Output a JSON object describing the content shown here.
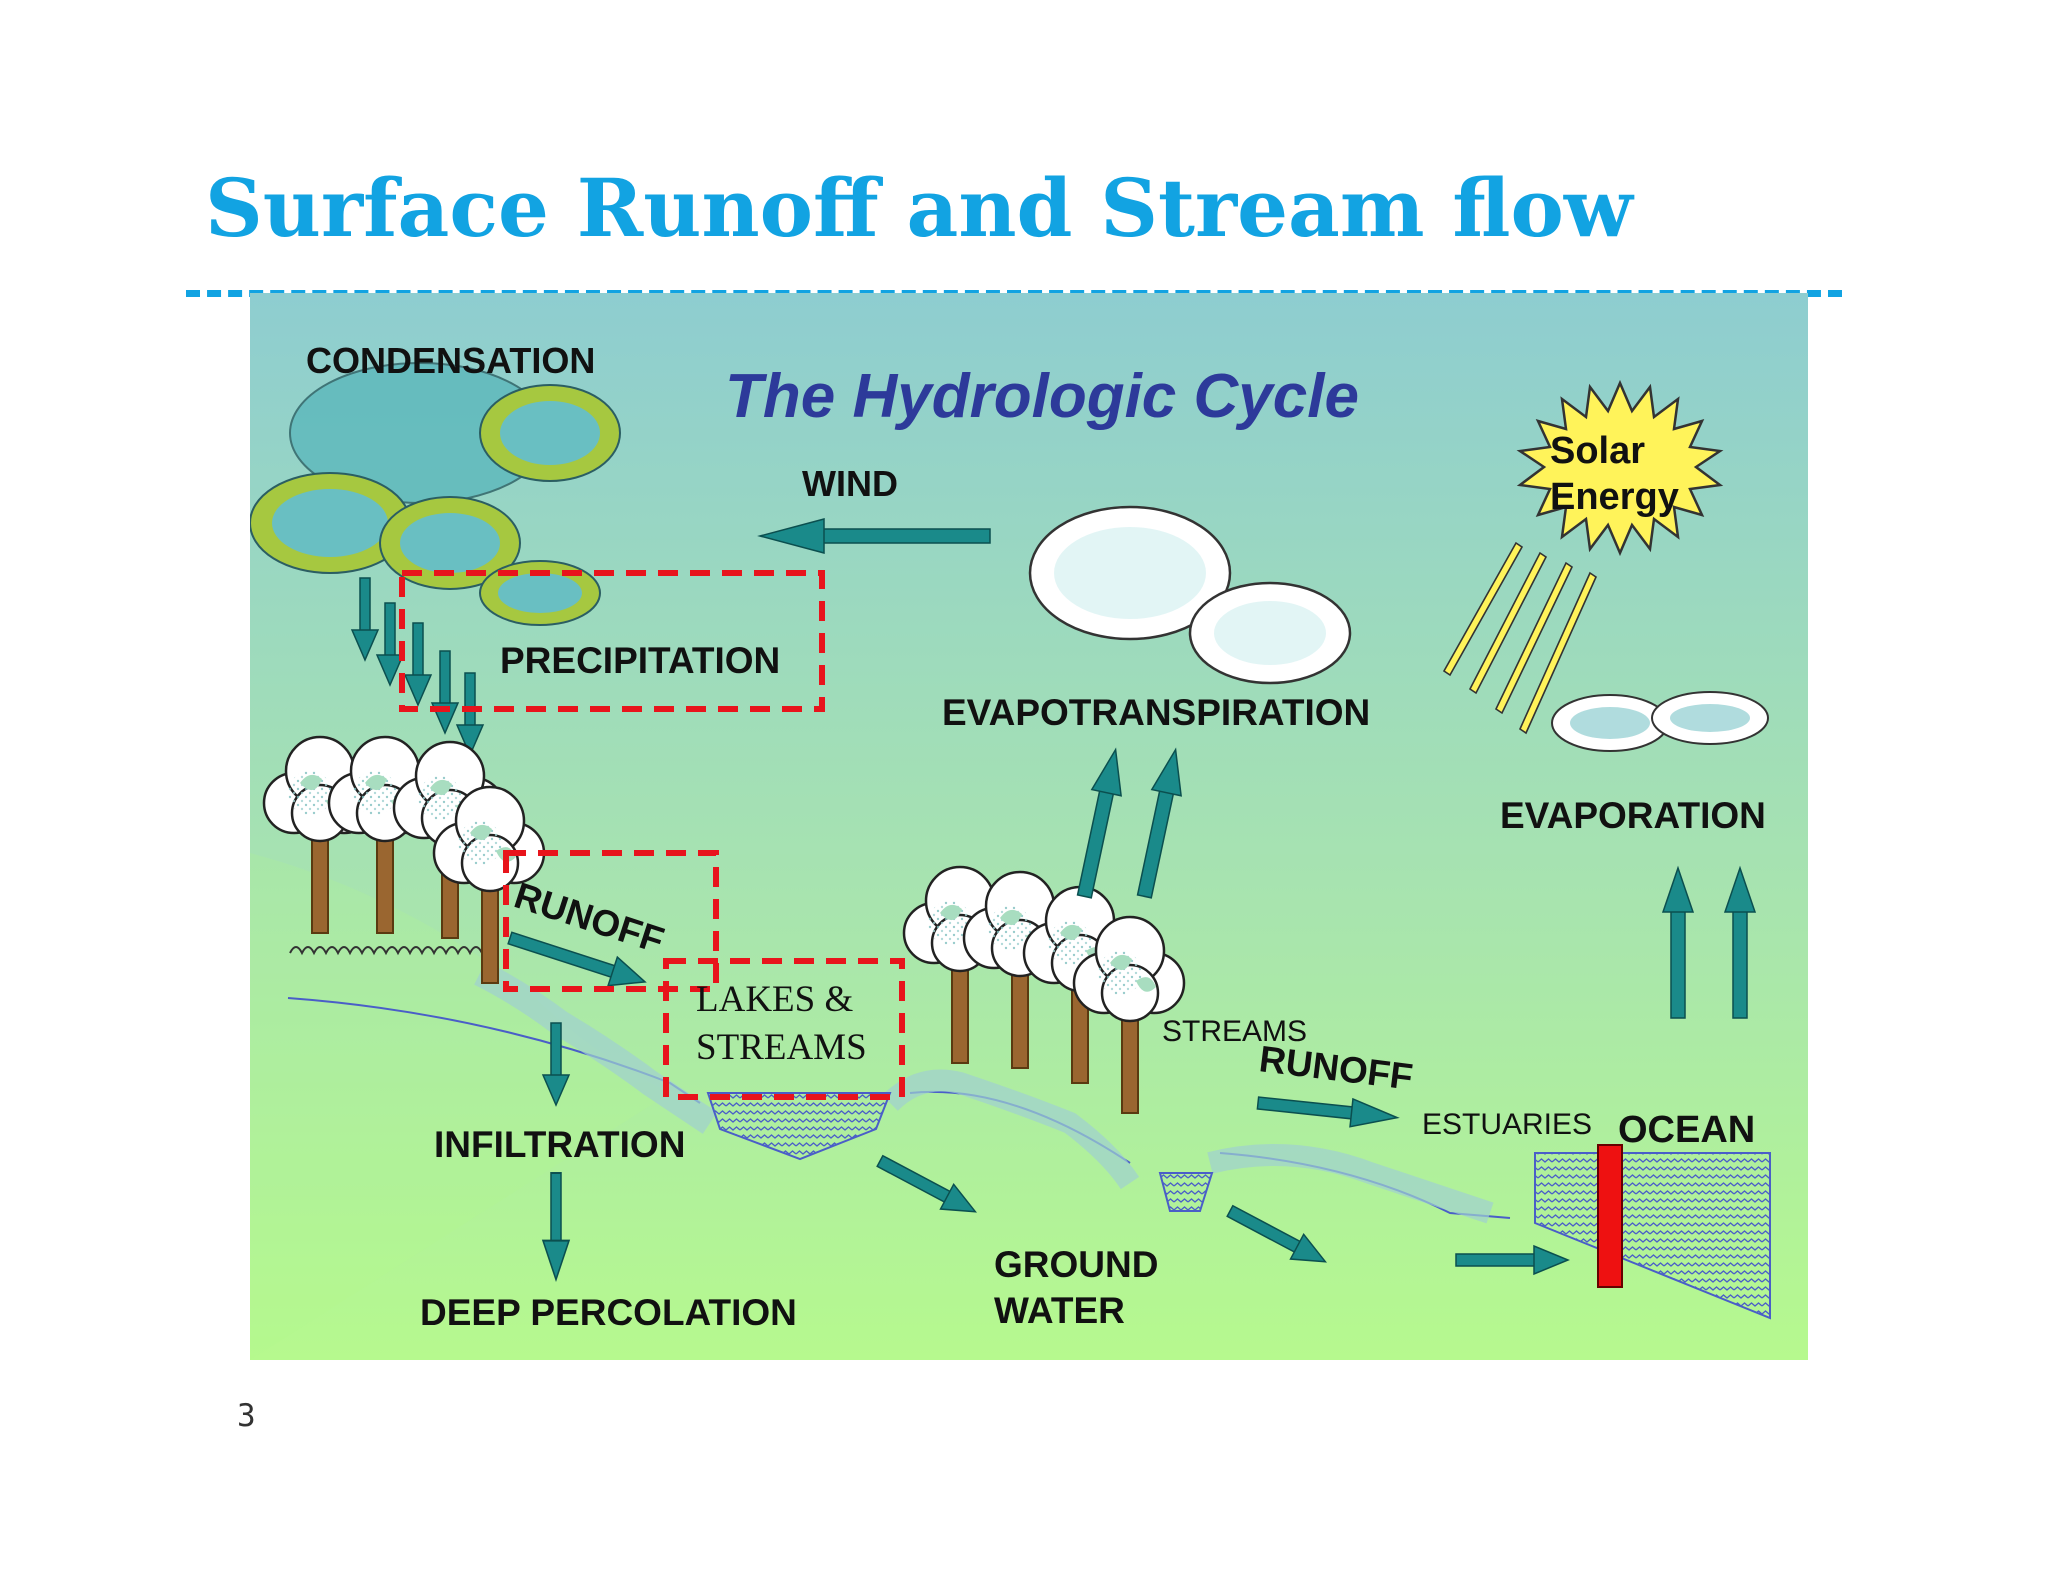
{
  "slide": {
    "title": "Surface Runoff and Stream flow",
    "page_number": "3"
  },
  "diagram": {
    "title": "The Hydrologic Cycle",
    "labels": {
      "condensation": "CONDENSATION",
      "wind": "WIND",
      "solar_line1": "Solar",
      "solar_line2": "Energy",
      "precipitation": "PRECIPITATION",
      "evapotranspiration": "EVAPOTRANSPIRATION",
      "evaporation": "EVAPORATION",
      "runoff_upper": "RUNOFF",
      "lakes_line1": "LAKES &",
      "lakes_line2": "STREAMS",
      "streams": "STREAMS",
      "runoff_lower": "RUNOFF",
      "estuaries": "ESTUARIES",
      "ocean": "OCEAN",
      "infiltration": "INFILTRATION",
      "deep_percolation": "DEEP PERCOLATION",
      "ground_line1": "GROUND",
      "ground_line2": "WATER"
    },
    "colors": {
      "title_blue": "#12a3e2",
      "diagram_title": "#2d3a9a",
      "arrow_teal": "#1a8a8a",
      "highlight_red": "#e8141c",
      "sky_top": "#8ecdd0",
      "ground_bottom": "#b6f98e",
      "sun_yellow": "#fff35a"
    },
    "highlights": [
      "precipitation",
      "runoff",
      "lakes-and-streams"
    ]
  }
}
